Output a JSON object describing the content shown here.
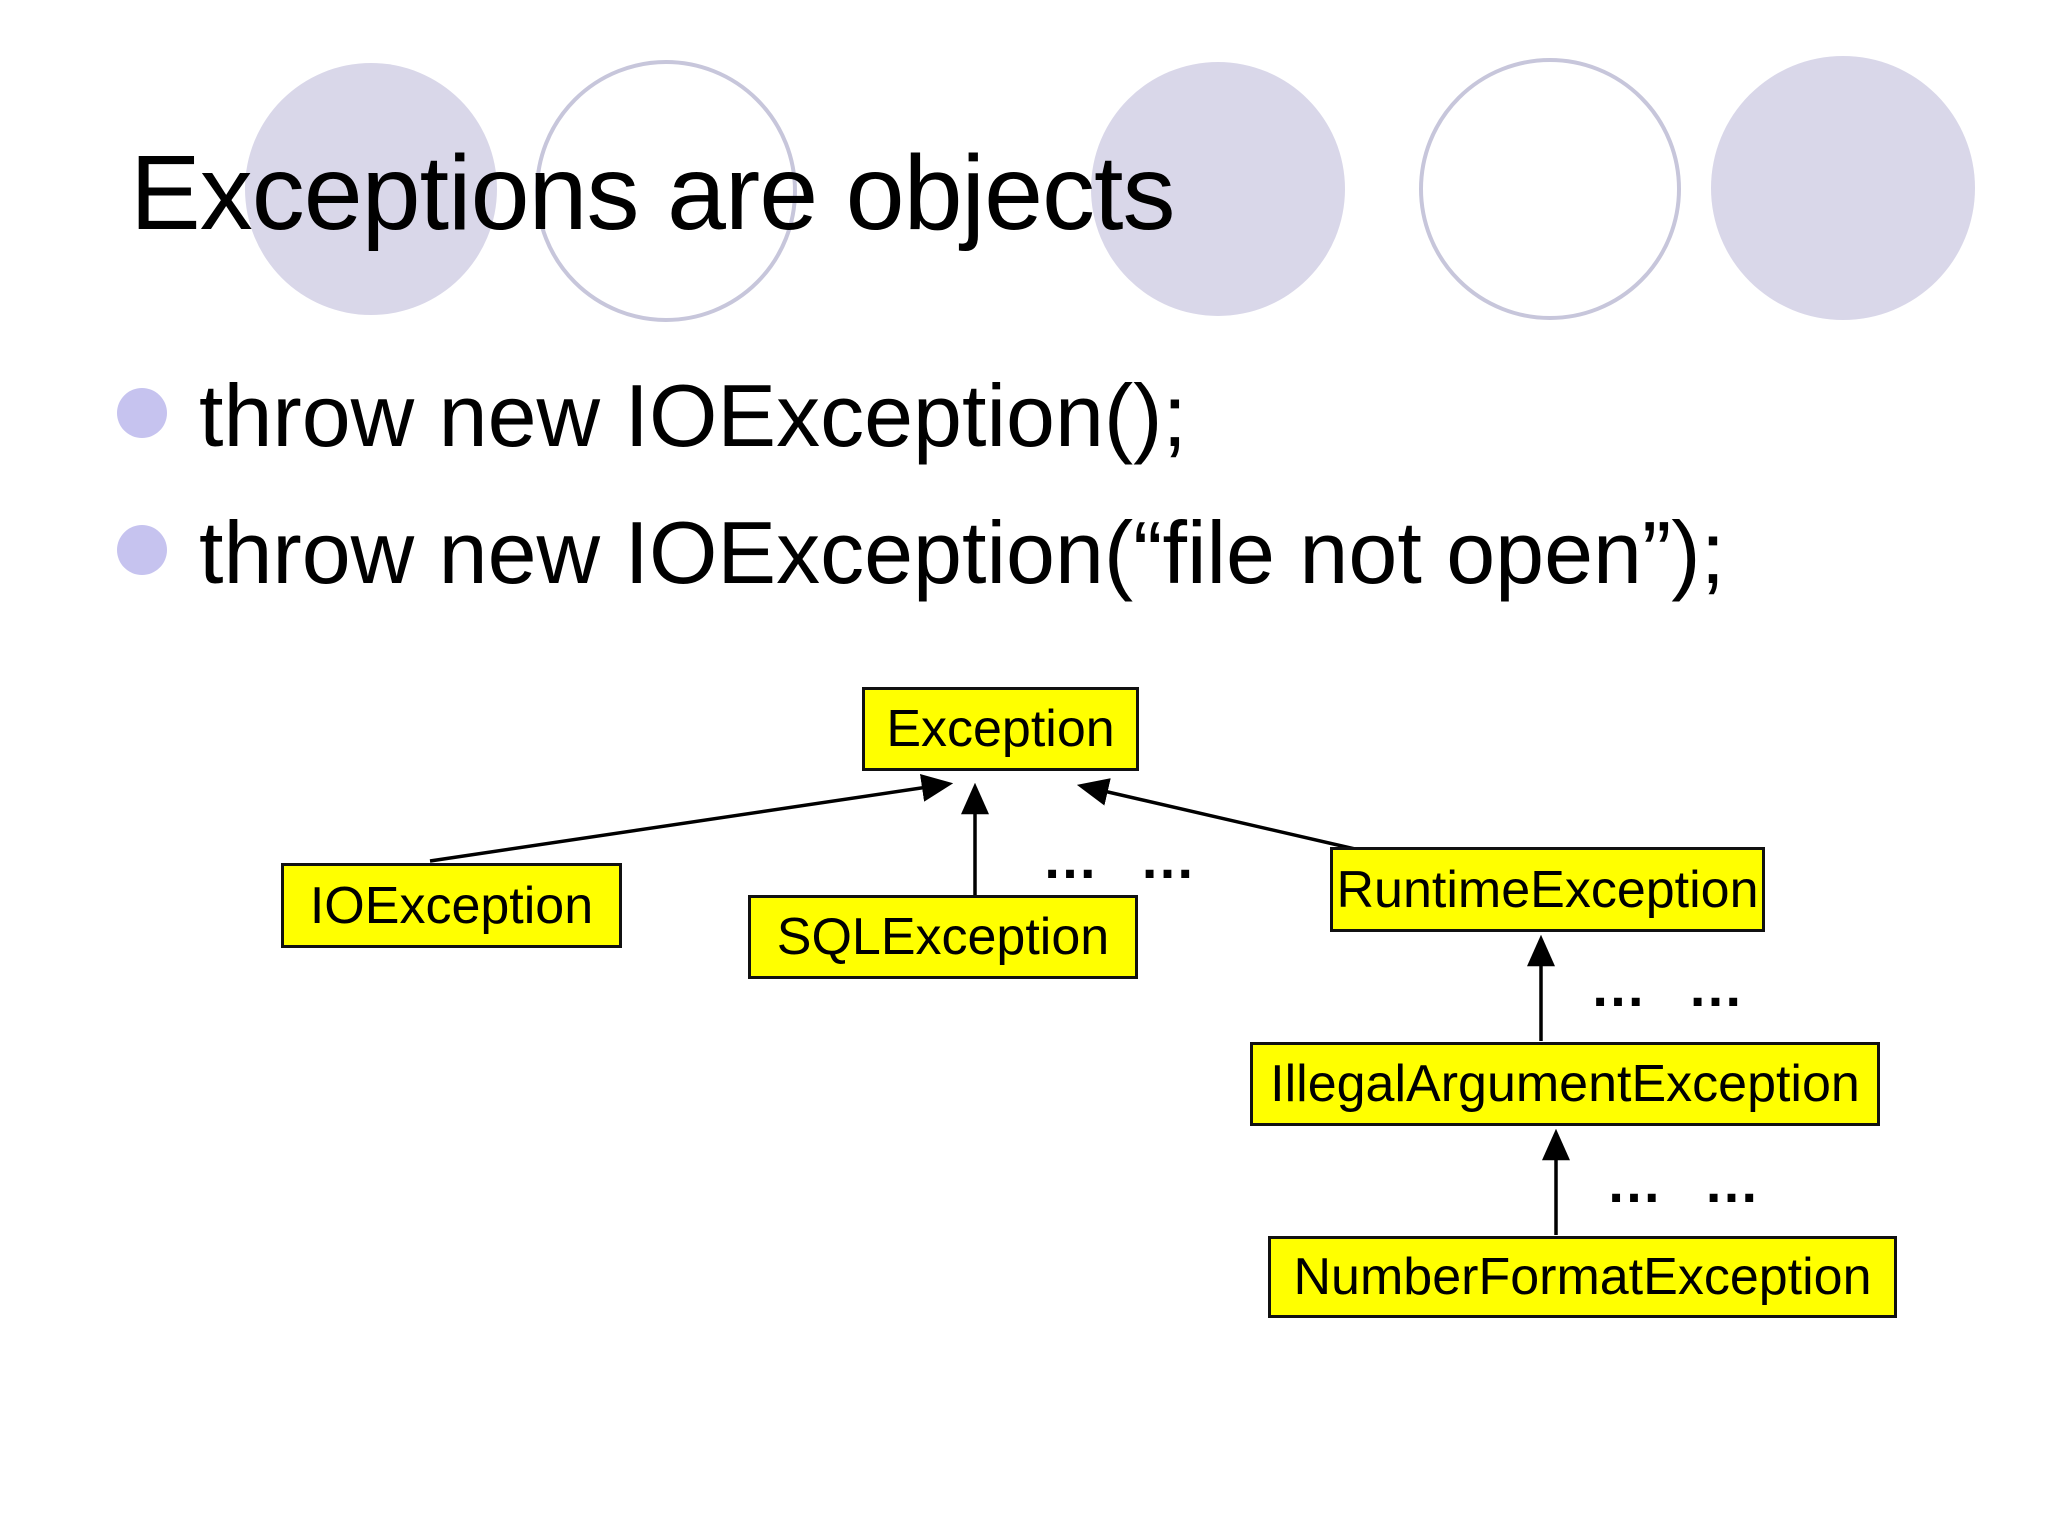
{
  "slide": {
    "title": "Exceptions are objects",
    "bullets": [
      "throw new IOException();",
      "throw new IOException(“file not open”);"
    ]
  },
  "diagram": {
    "nodes": {
      "exception": "Exception",
      "ioexception": "IOException",
      "sqlexception": "SQLException",
      "runtimeexception": "RuntimeException",
      "illegalargumentexception": "IllegalArgumentException",
      "numberformatexception": "NumberFormatException"
    },
    "ellipsis": "… …",
    "relations": [
      "IOException → Exception",
      "SQLException → Exception",
      "RuntimeException → Exception",
      "IllegalArgumentException → RuntimeException",
      "NumberFormatException → IllegalArgumentException"
    ],
    "colors": {
      "node_fill": "#ffff00",
      "node_border": "#111111",
      "decor_circle_fill": "#d9d7e9",
      "decor_circle_outline": "#c7c6db",
      "bullet_dot": "#c6c3ef",
      "text": "#000000"
    }
  }
}
